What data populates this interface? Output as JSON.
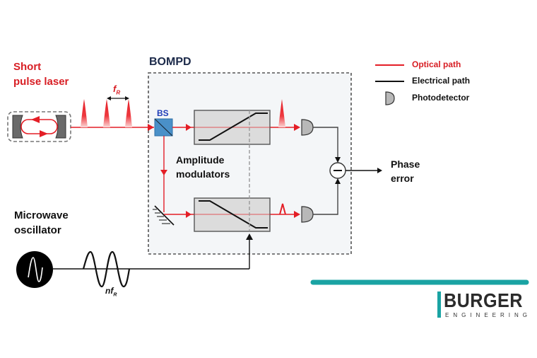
{
  "title": "BOMPD",
  "colors": {
    "optical": "#e41e26",
    "electrical": "#111111",
    "box_fill": "#f4f6f8",
    "modulator_fill": "#dcdcdc",
    "bs_fill": "#4a90c8",
    "teal": "#1aa3a3",
    "navy": "#1c2a4a"
  },
  "laser": {
    "label_line1": "Short",
    "label_line2": "pulse laser",
    "rep_rate_symbol": "f",
    "rep_rate_subscript": "R"
  },
  "components": {
    "beam_splitter": "BS",
    "modulators_line1": "Amplitude",
    "modulators_line2": "modulators",
    "subtractor_symbol": "−"
  },
  "output": {
    "line1": "Phase",
    "line2": "error"
  },
  "oscillator": {
    "label_line1": "Microwave",
    "label_line2": "oscillator",
    "freq_prefix": "nf",
    "freq_subscript": "R"
  },
  "legend": {
    "items": [
      {
        "label": "Optical path",
        "type": "red-line"
      },
      {
        "label": "Electrical path",
        "type": "black-line"
      },
      {
        "label": "Photodetector",
        "type": "photodetector-icon"
      }
    ]
  },
  "logo": {
    "name": "BURGER",
    "sub": "ENGINEERING"
  }
}
